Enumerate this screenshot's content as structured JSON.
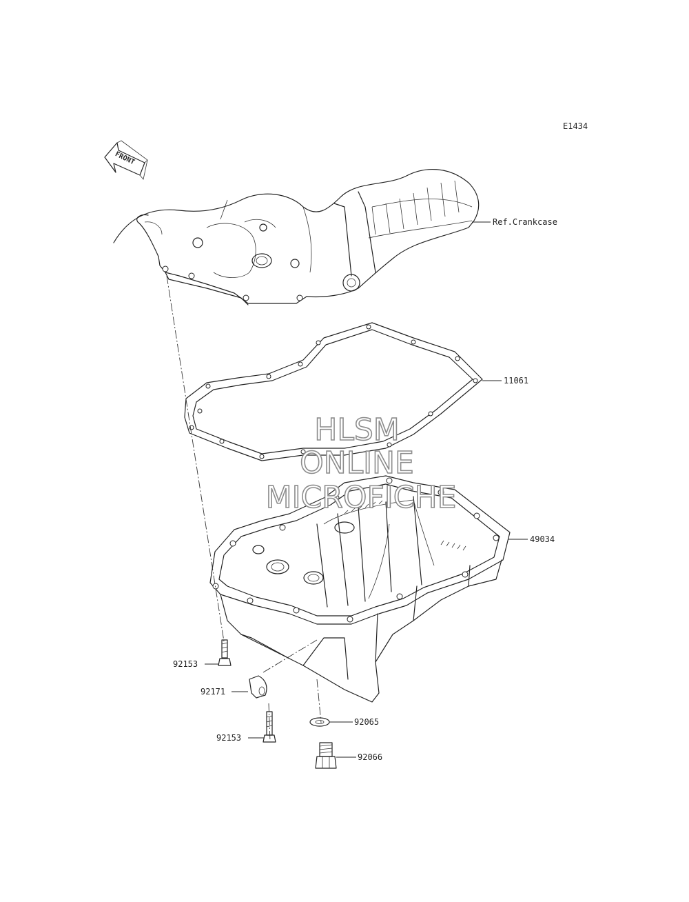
{
  "diagram_code": "E1434",
  "front_label": "FRONT",
  "labels": {
    "crankcase": "Ref.Crankcase",
    "gasket": "11061",
    "oil_pan": "49034",
    "bolt_upper": "92153",
    "clamp": "92171",
    "bolt_lower": "92153",
    "washer": "92065",
    "drain_plug": "92066"
  },
  "watermark": {
    "line1": "HLSM",
    "line2": "ONLINE",
    "line3": "MICROFICHE"
  }
}
